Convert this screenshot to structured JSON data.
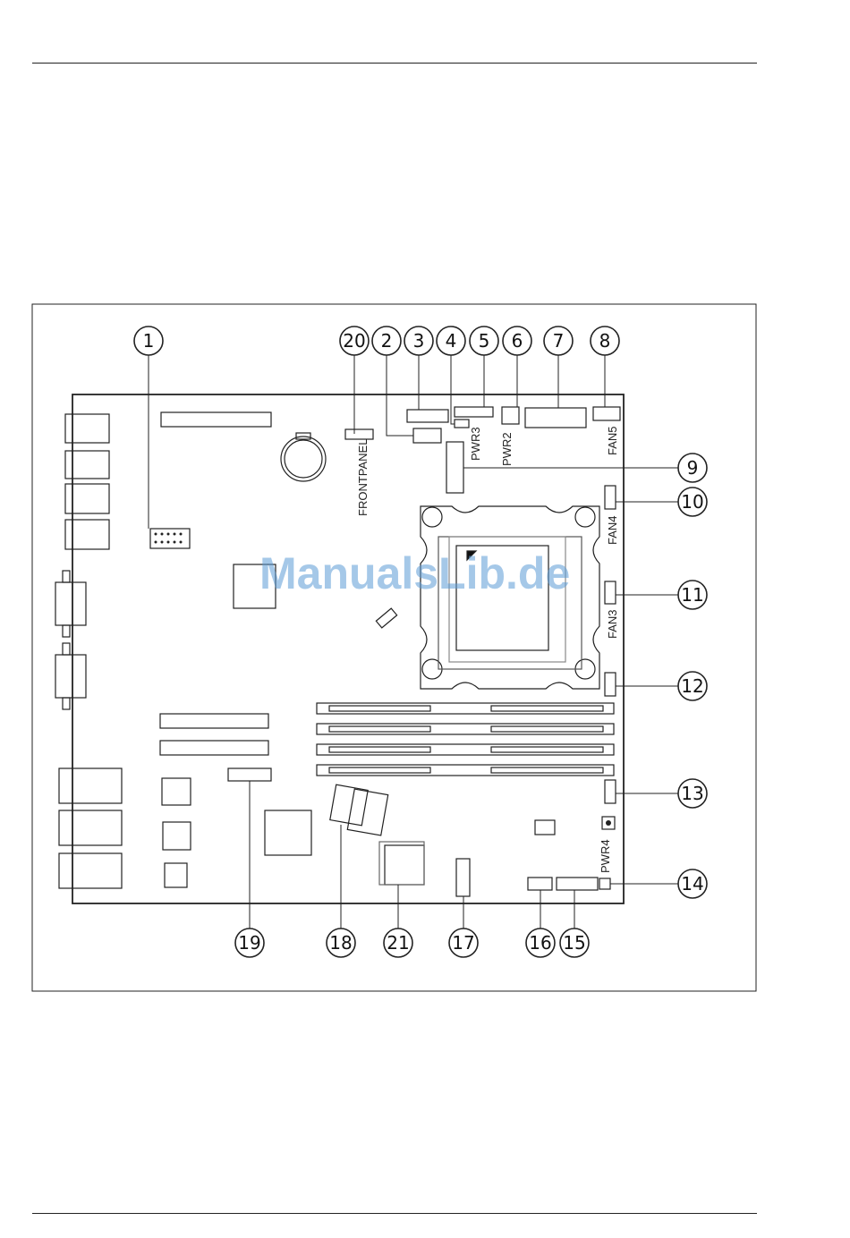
{
  "watermark": "ManualsLib.de",
  "connector_labels": {
    "frontpanel": "FRONTPANEL",
    "pwr3": "PWR3",
    "pwr2": "PWR2",
    "fan5": "FAN5",
    "fan4": "FAN4",
    "fan3": "FAN3",
    "pwr4": "PWR4"
  },
  "callouts": [
    "1",
    "2",
    "3",
    "4",
    "5",
    "6",
    "7",
    "8",
    "9",
    "10",
    "11",
    "12",
    "13",
    "14",
    "15",
    "16",
    "17",
    "18",
    "19",
    "20",
    "21"
  ],
  "colors": {
    "line": "#222222",
    "watermark": "#5b9bd5"
  }
}
